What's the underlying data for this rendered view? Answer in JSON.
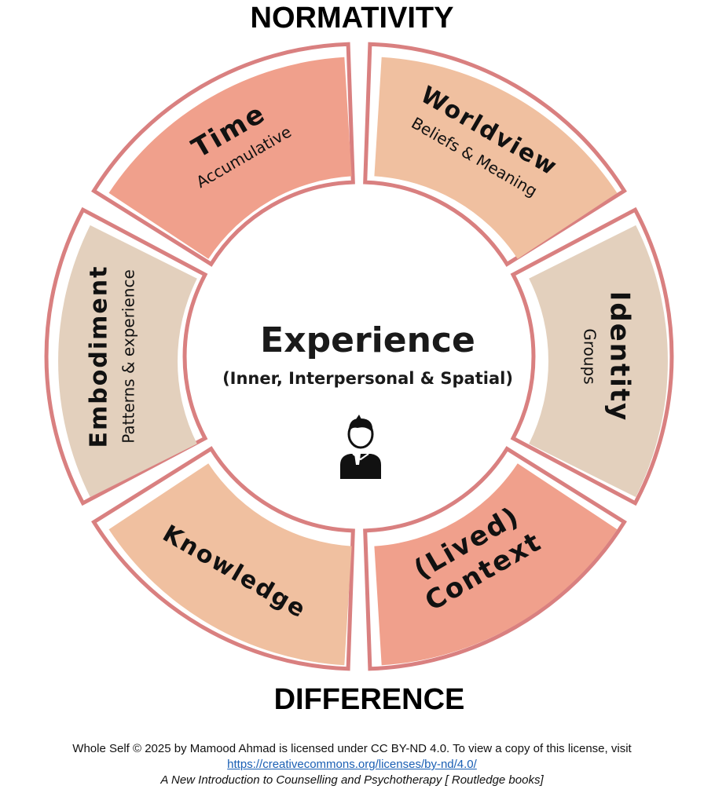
{
  "top_label": "NORMATIVITY",
  "bottom_label": "DIFFERENCE",
  "center": {
    "title": "Experience",
    "subtitle": "(Inner, Interpersonal & Spatial)",
    "icon": "person-icon"
  },
  "segments": [
    {
      "id": "time",
      "title": "Time",
      "subtitle": "Accumulative",
      "fill": "#f0a08c"
    },
    {
      "id": "worldview",
      "title": "Worldview",
      "subtitle": "Beliefs & Meaning",
      "fill": "#f0c0a0"
    },
    {
      "id": "identity",
      "title": "Identity",
      "subtitle": "Groups",
      "fill": "#e3d0bd"
    },
    {
      "id": "context",
      "title": "Context",
      "subtitle": "(Lived)",
      "fill": "#f0a08c"
    },
    {
      "id": "knowledge",
      "title": "Knowledge",
      "subtitle": "",
      "fill": "#f0c0a0"
    },
    {
      "id": "embodiment",
      "title": "Embodiment",
      "subtitle": "Patterns & experience",
      "fill": "#e3d0bd"
    }
  ],
  "colors": {
    "outline": "#d98080"
  },
  "credits": {
    "line1": "Whole Self © 2025 by Mamood Ahmad is licensed under CC BY-ND 4.0. To view a copy of this license, visit",
    "link": "https://creativecommons.org/licenses/by-nd/4.0/",
    "line3": "A New Introduction to Counselling and Psychotherapy [ Routledge books]"
  }
}
